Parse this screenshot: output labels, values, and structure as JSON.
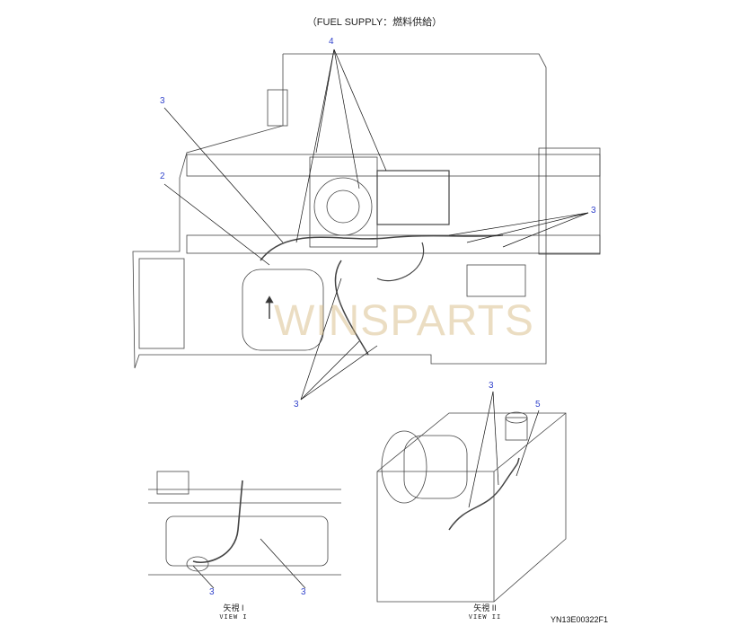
{
  "title": "（FUEL SUPPLY：燃料供給）",
  "callouts": {
    "c4_top": "4",
    "c3_left_top": "3",
    "c2_left": "2",
    "c3_right": "3",
    "c3_bottom_center": "3",
    "c3_view2": "3",
    "c5_view2": "5",
    "c3_view1_left": "3",
    "c3_view1_right": "3"
  },
  "view1": {
    "jp": "矢視 I",
    "en": "VIEW I"
  },
  "view2": {
    "jp": "矢視 II",
    "en": "VIEW II"
  },
  "drawing_code": "YN13E00322F1",
  "watermark": "WINSPARTS",
  "colors": {
    "callout": "#3344cc",
    "line": "#333333"
  }
}
